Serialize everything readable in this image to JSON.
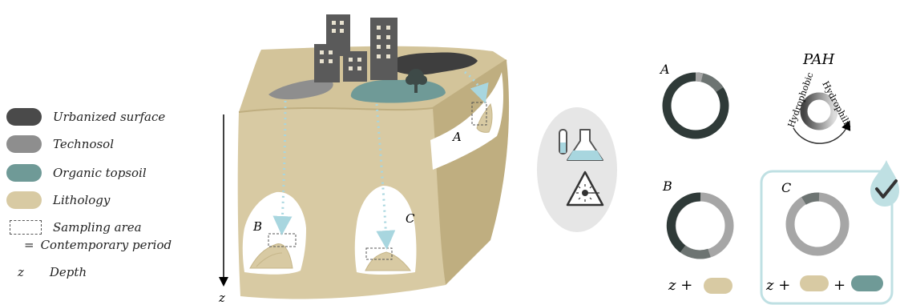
{
  "legend": {
    "items": [
      {
        "label": "Urbanized surface",
        "color": "#4a4a4a"
      },
      {
        "label": "Technosol",
        "color": "#8e8e8e"
      },
      {
        "label": "Organic topsoil",
        "color": "#6f9a97"
      },
      {
        "label": "Lithology",
        "color": "#d8caa3"
      }
    ],
    "sampling_area": "Sampling area",
    "contemporary_eq": "=",
    "contemporary": "Contemporary period",
    "depth_symbol": "z",
    "depth_label": "Depth"
  },
  "block": {
    "depth_axis": "z",
    "site_a": "A",
    "site_b": "B",
    "site_c": "C"
  },
  "results": {
    "a_label": "A",
    "b_label": "B",
    "c_label": "C",
    "pah_title": "PAH",
    "hydrophobic": "Hydrophobic",
    "hydrophilic": "Hydrophilic",
    "z_plus": "z +",
    "plus": "+"
  },
  "colors": {
    "soil": "#d8caa3",
    "soil_dark": "#c6b68a",
    "urban": "#4a4a4a",
    "technosol": "#8e8e8e",
    "organic": "#6f9a97",
    "arrow": "#a8d6df",
    "ring_dark": "#2f3a38",
    "ring_mid": "#6d7472",
    "ring_light": "#a6a6a6",
    "highlight": "#bfe0e3"
  }
}
